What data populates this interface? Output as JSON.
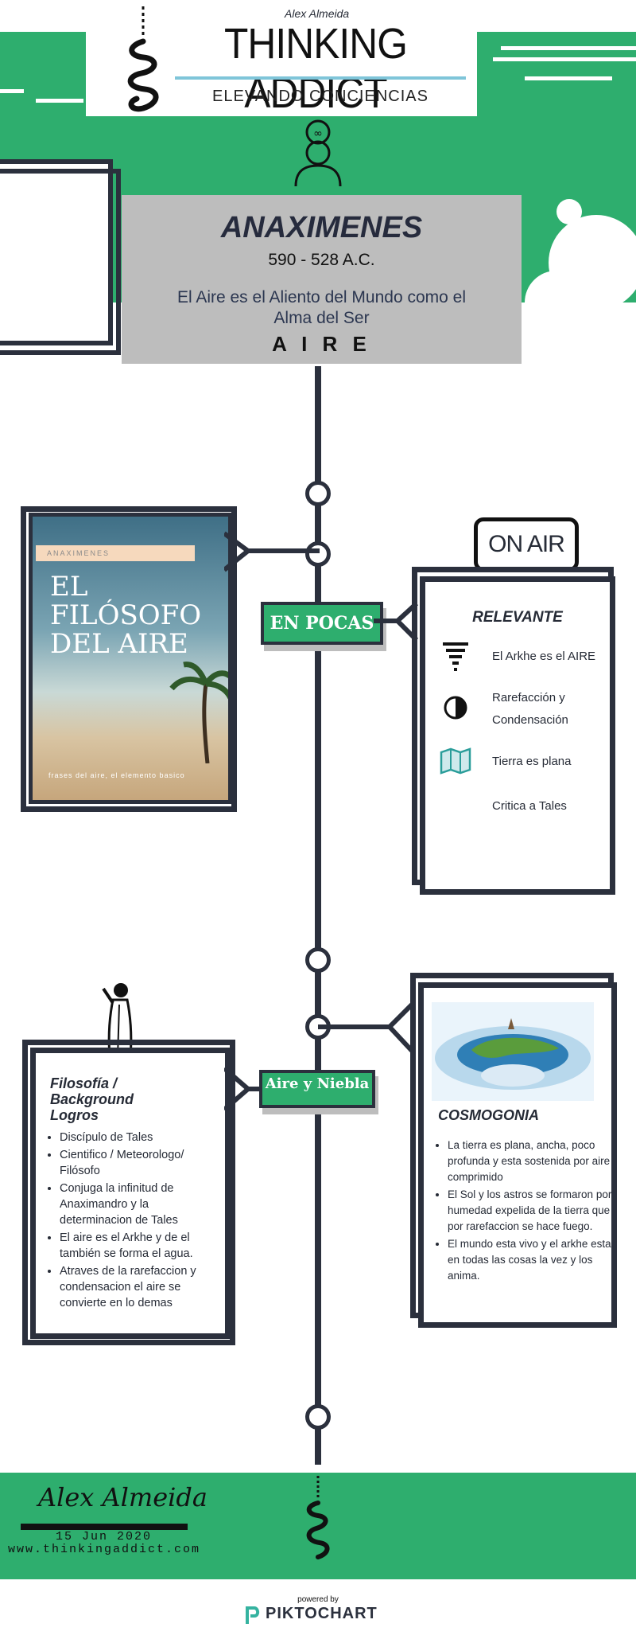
{
  "header": {
    "author_small": "Alex Almeida",
    "title": "THINKING ADDICT",
    "subtitle": "ELEVANDO CONCIENCIAS"
  },
  "hero": {
    "name": "ANAXIMENES",
    "dates": "590 - 528 A.C.",
    "quote": "El Aire es el Aliento del Mundo como el Alma del Ser",
    "element": "A I R E"
  },
  "book": {
    "small_label": "ANAXIMENES",
    "title": "EL FILÓSOFO DEL AIRE",
    "caption": "frases del aire, el elemento basico"
  },
  "tags": {
    "en_pocas": "EN POCAS",
    "aire_niebla": "Aire y Niebla",
    "on_air": "ON AIR"
  },
  "relevante": {
    "title": "RELEVANTE",
    "items": [
      {
        "icon": "tornado-icon",
        "text": "El Arkhe es el AIRE"
      },
      {
        "icon": "half-circle-icon",
        "text": "Rarefacción y Condensación"
      },
      {
        "icon": "map-icon",
        "text": "Tierra es plana"
      },
      {
        "icon": "",
        "text": "Critica a Tales"
      }
    ]
  },
  "filosofia": {
    "title": "Filosofía / Background Logros",
    "items": [
      "Discípulo de Tales",
      " Cientifico / Meteorologo/ Filósofo",
      "Conjuga la infinitud de Anaximandro y la determinacion de Tales",
      "El aire es el Arkhe y de el también se forma el agua.",
      "Atraves de la rarefaccion y condensacion el aire se convierte en lo demas"
    ]
  },
  "cosmogonia": {
    "title": "COSMOGONIA",
    "items": [
      "La tierra es plana, ancha, poco profunda y esta sostenida por aire comprimido",
      "El Sol y los astros se formaron por humedad expelida de la tierra que por rarefaccion se hace fuego.",
      "El mundo esta vivo y el arkhe esta en todas las cosas la vez y los anima."
    ]
  },
  "footer": {
    "signature": "Alex Almeida",
    "date": "15 Jun 2020",
    "url": "www.thinkingaddict.com",
    "powered_by": "powered by",
    "brand": "PIKTOCHART"
  },
  "colors": {
    "green": "#2eae6e",
    "dark": "#2b303d",
    "grey_panel": "#bdbdbd",
    "teal": "#2a9d9a"
  }
}
